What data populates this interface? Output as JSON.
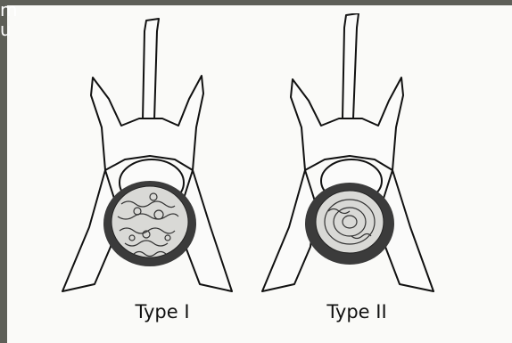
{
  "overlay": {
    "line1": "m",
    "line2": "u"
  },
  "figures": [
    {
      "caption": "Type I"
    },
    {
      "caption": "Type II"
    }
  ]
}
